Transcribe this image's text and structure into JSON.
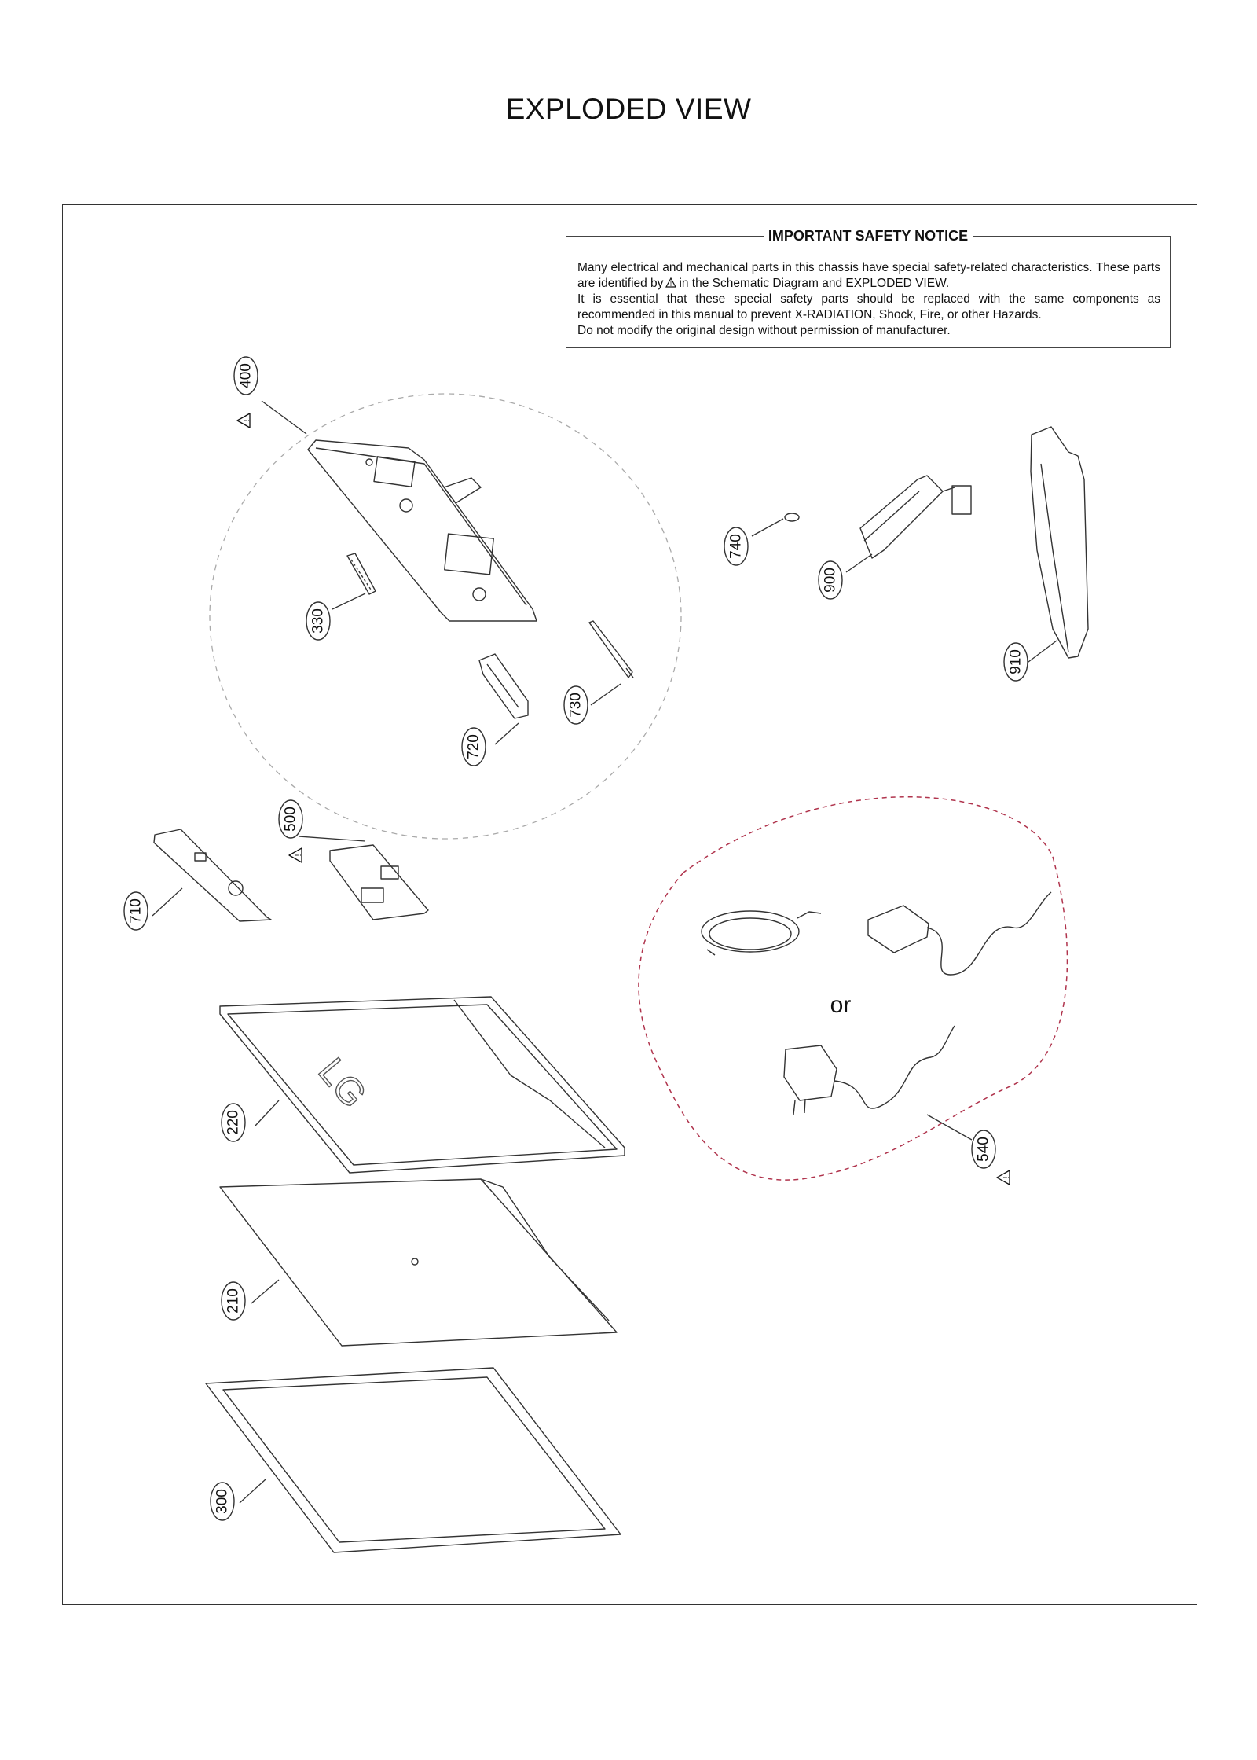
{
  "page": {
    "title": "EXPLODED VIEW"
  },
  "notice": {
    "title": "IMPORTANT SAFETY NOTICE",
    "line1_pre": "Many electrical and mechanical parts in this chassis have special safety-related characteristics. These parts are identified by",
    "line1_post": "in the Schematic Diagram and EXPLODED VIEW.",
    "line2": "It is essential that these special safety parts should be replaced with the same components as recommended in this manual to prevent X-RADIATION, Shock, Fire, or other Hazards.",
    "line3": "Do not modify the original design without permission of manufacturer."
  },
  "parts": [
    {
      "id": "400",
      "safety": true
    },
    {
      "id": "330",
      "safety": false
    },
    {
      "id": "720",
      "safety": false
    },
    {
      "id": "730",
      "safety": false
    },
    {
      "id": "740",
      "safety": false
    },
    {
      "id": "900",
      "safety": false
    },
    {
      "id": "910",
      "safety": false
    },
    {
      "id": "500",
      "safety": true
    },
    {
      "id": "710",
      "safety": false
    },
    {
      "id": "220",
      "safety": false
    },
    {
      "id": "210",
      "safety": false
    },
    {
      "id": "300",
      "safety": false
    },
    {
      "id": "540",
      "safety": true
    }
  ],
  "alternative_label": "or",
  "icons": {
    "safety": "warning-triangle-icon"
  }
}
